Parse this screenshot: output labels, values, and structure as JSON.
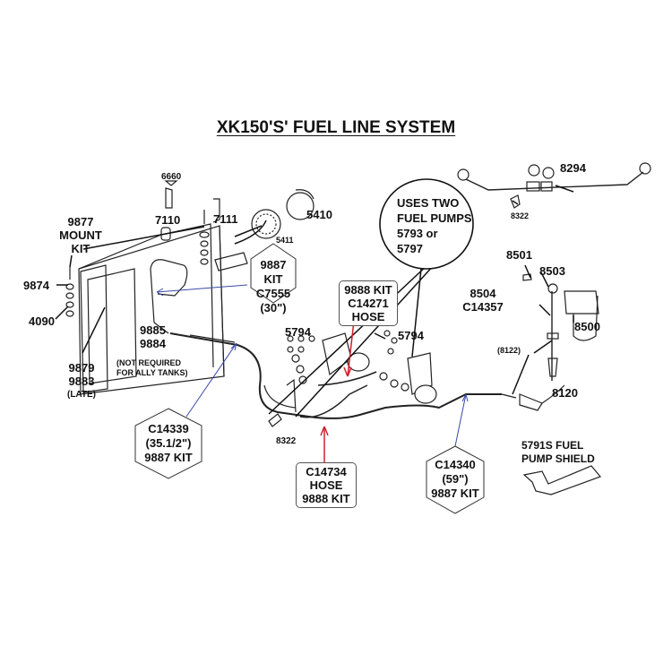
{
  "title": "XK150'S' FUEL LINE SYSTEM",
  "colors": {
    "line": "#111111",
    "blue_leader": "#3a4aa8",
    "red_leader": "#d0202a",
    "box_border": "#555555"
  },
  "labels": {
    "p6660": "6660",
    "p7110": "7110",
    "p7111": "7111",
    "p5410": "5410",
    "p5411": "5411",
    "p9877": [
      "9877",
      "MOUNT",
      "KIT"
    ],
    "p9874": "9874",
    "p4090": "4090",
    "p9879": [
      "9879",
      "9883",
      "(LATE)"
    ],
    "p9885": "9885",
    "p9884": "9884",
    "not_required": [
      "(NOT REQUIRED",
      "FOR ALLY TANKS)"
    ],
    "p5794_left": "5794",
    "p5794_right": "5794",
    "p8322_bottom": "8322",
    "p8322_top": "8322",
    "p8294": "8294",
    "p8501": "8501",
    "p8503": "8503",
    "p8504": [
      "8504",
      "C14357"
    ],
    "p8500": "8500",
    "p8122": "(8122)",
    "p8120": "8120"
  },
  "callouts": {
    "kit9887_c7555": [
      "9887 KIT",
      "C7555",
      "(30\")"
    ],
    "kit9888_c14271": [
      "9888 KIT",
      "C14271",
      "HOSE"
    ],
    "c14339": [
      "C14339",
      "(35.1/2\")",
      "9887 KIT"
    ],
    "c14734": [
      "C14734",
      "HOSE",
      "9888 KIT"
    ],
    "c14340": [
      "C14340",
      "(59\")",
      "9887 KIT"
    ],
    "pumps_note": [
      "USES TWO",
      "FUEL PUMPS",
      "5793 or",
      "5797"
    ],
    "shield": [
      "5791S FUEL",
      "PUMP SHIELD"
    ]
  }
}
